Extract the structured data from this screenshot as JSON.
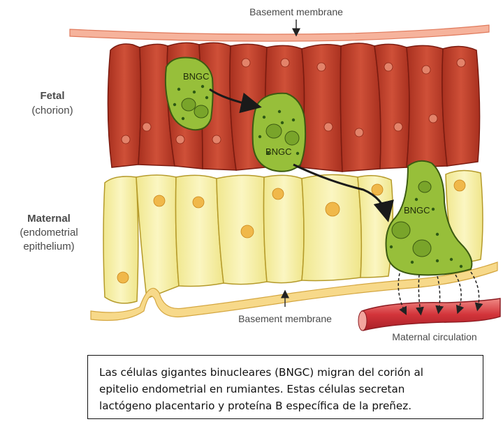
{
  "diagram": {
    "top_label": "Basement membrane",
    "bottom_label": "Basement membrane",
    "fetal_label": "Fetal",
    "fetal_sub": "(chorion)",
    "maternal_label": "Maternal",
    "maternal_sub1": "(endometrial",
    "maternal_sub2": "epithelium)",
    "bngc_label": "BNGC",
    "circulation_label": "Maternal circulation",
    "colors": {
      "fetal_cell": "#c0432e",
      "maternal_cell": "#f6f0a6",
      "bngc": "#97bf3a",
      "membrane": "#f4a085",
      "vessel": "#d73d40"
    }
  },
  "caption": {
    "line1": "Las células gigantes binucleares (BNGC) migran del corión al",
    "line2": "epitelio endometrial en rumiantes. Estas células secretan",
    "line3": "lactógeno placentario y proteína B específica de la preñez."
  }
}
